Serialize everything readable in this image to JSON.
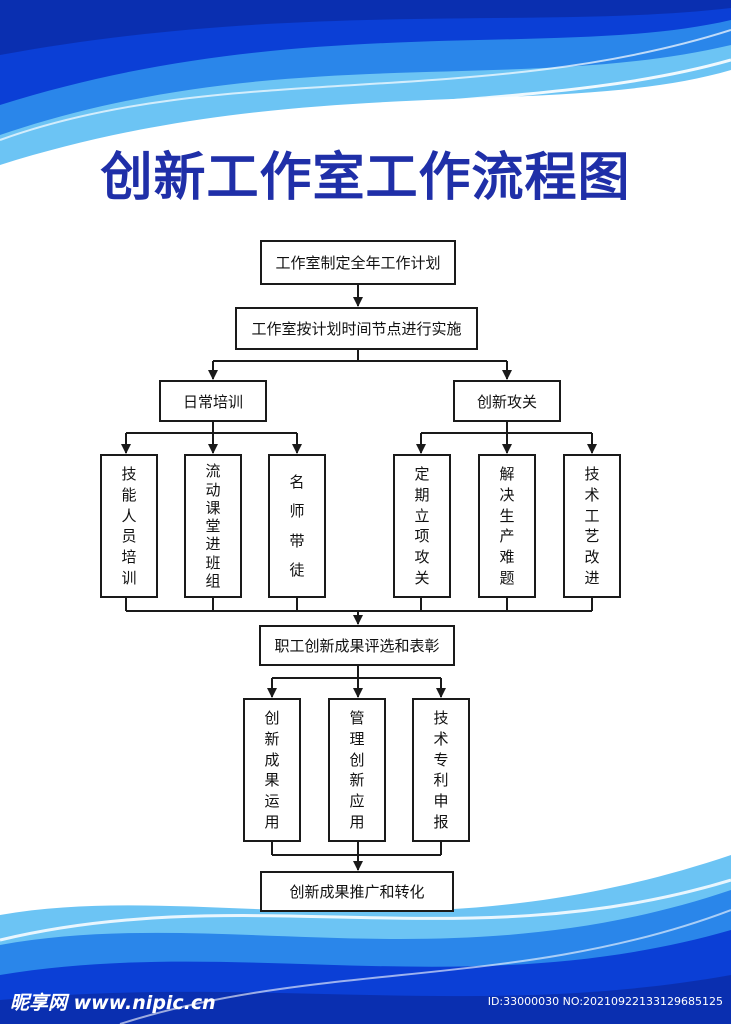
{
  "title": "创新工作室工作流程图",
  "nodes": {
    "plan": "工作室制定全年工作计划",
    "implement": "工作室按计划时间节点进行实施",
    "daily": "日常培训",
    "innovation": "创新攻关",
    "skills": "技能人员培训",
    "mobile": "流动课堂进班组",
    "mentor": "名师带徒",
    "project": "定期立项攻关",
    "solve": "解决生产难题",
    "improve": "技术工艺改进",
    "evaluate": "职工创新成果评选和表彰",
    "apply": "创新成果运用",
    "mgmt": "管理创新应用",
    "patent": "技术专利申报",
    "promote": "创新成果推广和转化"
  },
  "watermark": {
    "left": "昵享网 www.nipic.cn",
    "right": "ID:33000030 NO:20210922133129685125"
  },
  "colors": {
    "title": "#1f2fa8",
    "wave_dark": "#0a3fd8",
    "wave_mid": "#1e78e8",
    "wave_light": "#5cb8f2",
    "line": "#1a1a1a"
  }
}
